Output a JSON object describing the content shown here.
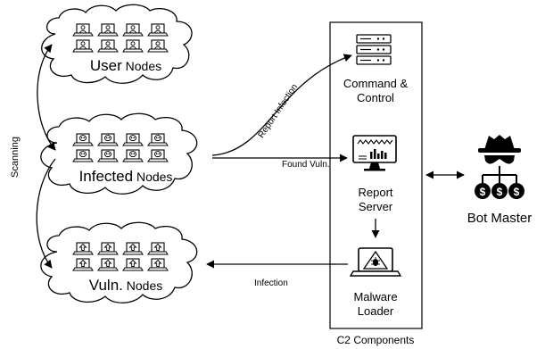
{
  "clouds": {
    "user": {
      "label_main": "User",
      "label_suffix": " Nodes",
      "icon": "person-laptop-icon"
    },
    "infected": {
      "label_main": "Infected",
      "label_suffix": " Nodes",
      "icon": "skull-laptop-icon"
    },
    "vuln": {
      "label_main": "Vuln.",
      "label_suffix": " Nodes",
      "icon": "up-arrow-laptop-icon"
    }
  },
  "edges": {
    "scanning": "Scanning",
    "report_infection": "Report Infection",
    "found_vuln": "Found Vuln.",
    "infection": "Infection"
  },
  "c2": {
    "caption": "C2 Components",
    "command_control": {
      "line1": "Command &",
      "line2": "Control",
      "icon": "server-rack-icon"
    },
    "report_server": {
      "line1": "Report",
      "line2": "Server",
      "icon": "monitor-chart-icon"
    },
    "malware_loader": {
      "line1": "Malware",
      "line2": "Loader",
      "icon": "bug-warning-laptop-icon"
    }
  },
  "bot_master": {
    "label": "Bot Master",
    "icon": "spy-dollar-icon"
  }
}
